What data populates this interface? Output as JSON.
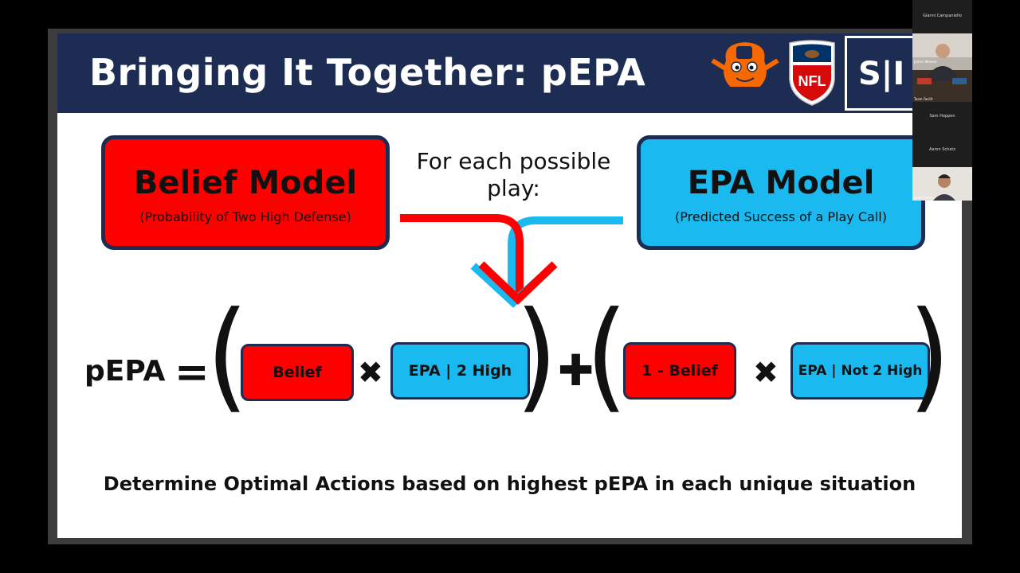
{
  "slide": {
    "title": "Bringing It Together: pEPA",
    "logos": {
      "nfl": "NFL",
      "si": "S|I"
    },
    "belief_model": {
      "title": "Belief Model",
      "subtitle": "(Probability of Two High Defense)",
      "color": "#ff0000"
    },
    "epa_model": {
      "title": "EPA Model",
      "subtitle": "(Predicted Success of a Play Call)",
      "color": "#1abaf1"
    },
    "for_each": "For each possible play:",
    "formula": {
      "label": "pEPA",
      "equals": "=",
      "terms": [
        "Belief",
        "EPA | 2 High",
        "1 - Belief",
        "EPA | Not 2 High"
      ],
      "times": "✖",
      "plus": "✚"
    },
    "footer": "Determine Optimal Actions based on highest pEPA in each unique situation",
    "colors": {
      "header": "#1d2c52",
      "red": "#ff0000",
      "blue": "#1abaf1"
    }
  },
  "participants": [
    {
      "name": "Gianni Campaniello"
    },
    {
      "name": "James Weaver",
      "caption": "Team Facilit"
    },
    {
      "name": "Sam Hoppen"
    },
    {
      "name": "Aaron Schatz"
    },
    {
      "name": "Ishan Mehta"
    }
  ]
}
